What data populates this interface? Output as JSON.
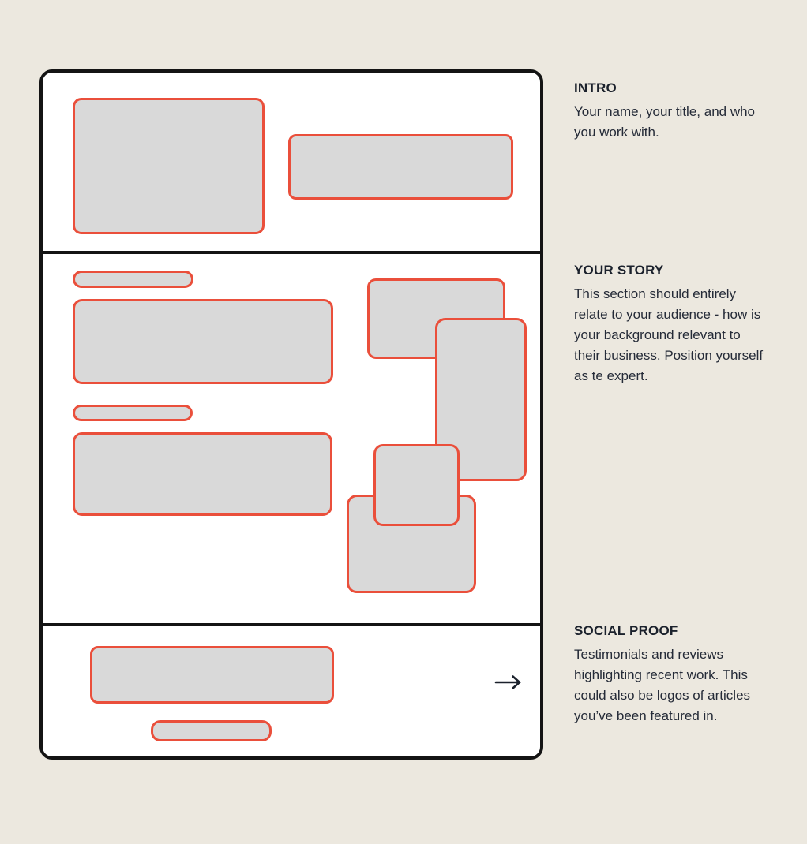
{
  "palette": {
    "page_background": "#ECE8DF",
    "card_background": "#FFFFFF",
    "card_border": "#141414",
    "placeholder_fill": "#D9D9D9",
    "placeholder_border": "#EA4F3B",
    "text_color": "#1E2430"
  },
  "annotations": [
    {
      "heading": "INTRO",
      "body": "Your name, your title, and who you work with."
    },
    {
      "heading": "YOUR STORY",
      "body": "This section should entirely relate to your audience - how is your background relevant to their business. Position yourself as te expert."
    },
    {
      "heading": "SOCIAL PROOF",
      "body": "Testimonials and reviews highlighting recent work. This could also be logos of articles you’ve been featured in."
    }
  ],
  "icons": {
    "next_arrow": "right-arrow"
  }
}
